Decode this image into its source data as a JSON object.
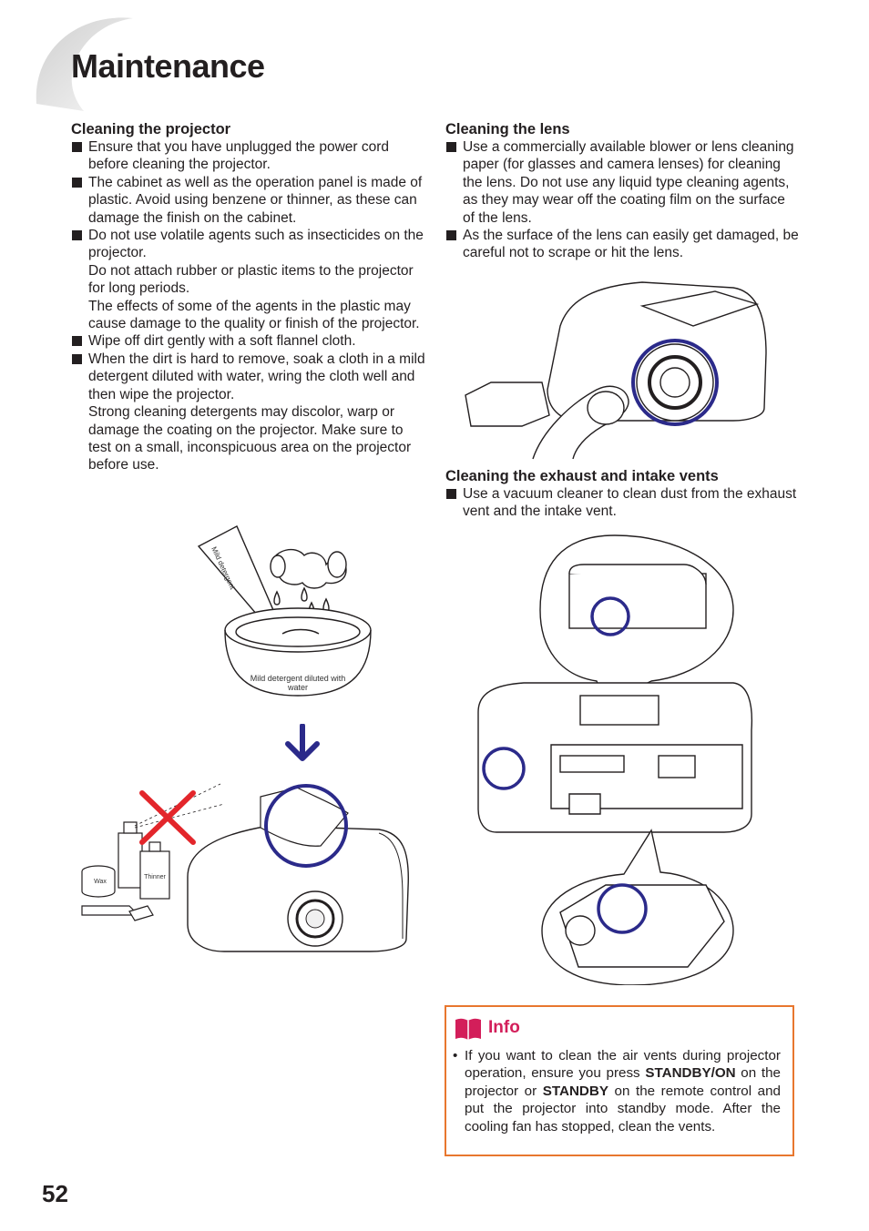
{
  "page": {
    "title": "Maintenance",
    "page_number": "52"
  },
  "cleaning_projector": {
    "heading": "Cleaning the projector",
    "b1": "Ensure that you have unplugged the power cord before cleaning the projector.",
    "b2": "The cabinet as well as the operation panel is made of plastic. Avoid using benzene or thinner, as these can damage the finish on the cabinet.",
    "b3": "Do not use volatile agents such as insecticides on the projector.",
    "b3_cont1": "Do not attach rubber or plastic items to the projector for long periods.",
    "b3_cont2": "The effects of some of the agents in the plastic may cause damage to the quality or finish of the projector.",
    "b4": "Wipe off dirt gently with a soft flannel cloth.",
    "b5": "When the dirt is hard to remove, soak a cloth in a mild detergent diluted with water, wring the cloth well and then wipe the projector.",
    "b5_cont": "Strong cleaning detergents may discolor, warp or damage the coating on the projector. Make sure to test on a small, inconspicuous area on the projector before use."
  },
  "figure_labels": {
    "bottle": "Mild detergent",
    "bowl": "Mild detergent diluted with water",
    "wax": "Wax",
    "thinner": "Thinner"
  },
  "cleaning_lens": {
    "heading": "Cleaning the lens",
    "b1": "Use a commercially available blower or lens cleaning paper (for glasses and camera lenses) for cleaning the lens. Do not use any liquid type cleaning agents, as they may wear off the coating film on the surface of the lens.",
    "b2": "As the surface of the lens can easily get damaged, be careful not to scrape or hit the lens."
  },
  "cleaning_vents": {
    "heading": "Cleaning the exhaust and intake vents",
    "b1": "Use a vacuum cleaner to clean dust from the exhaust vent and the intake vent."
  },
  "info": {
    "title": "Info",
    "text_before": "If you want to clean the air vents during projector operation, ensure you press ",
    "key1": "STANDBY/ON",
    "text_mid": " on the projector or ",
    "key2": "STANDBY",
    "text_after": " on the remote control and put the projector into standby mode. After the cooling fan has stopped, clean the vents."
  },
  "colors": {
    "info_border": "#e8772e",
    "info_title": "#d31e5a",
    "highlight_circle": "#2b2a8a",
    "cross": "#e3262b"
  }
}
